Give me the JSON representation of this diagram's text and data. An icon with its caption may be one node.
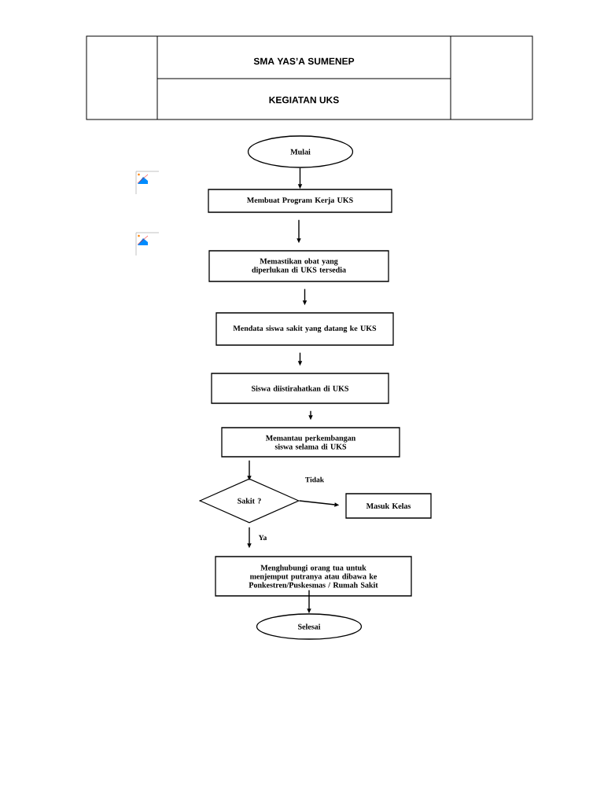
{
  "diagram": {
    "title": "SMA YAS’A SUMENEP",
    "nodes": [
      {
        "text": [
          "Mulai"
        ]
      },
      {
        "text": [
          "Membuat Program Kerja UKS"
        ]
      },
      {
        "text": [
          "Memastikan obat yang diperlukan  di UKS tersedia"
        ]
      },
      {
        "text": [
          "Mendata siswa sakit yang datang ke UKS"
        ]
      },
      {
        "text": [
          "Siswa  diistirahatkan di UKS"
        ]
      },
      {
        "text": [
          "Memantau perkembangan siswa selama di UKS"
        ]
      },
      {
        "text": [
          "Sakit ?"
        ]
      },
      {
        "text": [
          "Masuk Kelas"
        ]
      },
      {
        "text": [
          "Menghubungi orang tua untuk menjemput putranya atau dibawa ke Ponkestren/Puskesmas / Rumah Sakit"
        ]
      },
      {
        "text": [
          "Selesai"
        ]
      }
    ],
    "edges": [
      {
        "from": 0,
        "to": 1,
        "arrow": "to"
      },
      {
        "from": 1,
        "to": 2,
        "arrow": "to"
      },
      {
        "from": 2,
        "to": 3,
        "arrow": "to"
      },
      {
        "from": 3,
        "to": 4,
        "arrow": "to"
      },
      {
        "from": 4,
        "to": 5,
        "arrow": "to"
      },
      {
        "from": 5,
        "to": 6,
        "arrow": "to"
      },
      {
        "from": 6,
        "to": 7,
        "arrow": "to",
        "label": "Tidak"
      },
      {
        "from": 6,
        "to": 8,
        "arrow": "to",
        "label": "Ya"
      },
      {
        "from": 8,
        "to": 9,
        "arrow": "to"
      }
    ],
    "labels": [
      "KEGIATAN UKS"
    ]
  }
}
